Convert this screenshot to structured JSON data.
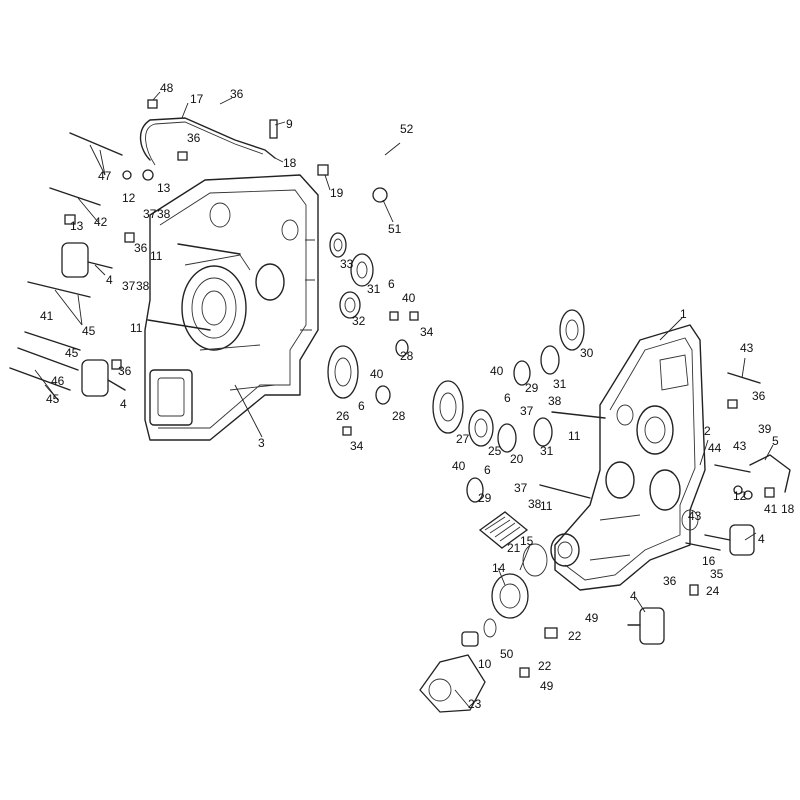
{
  "callouts": [
    {
      "id": "c48",
      "text": "48"
    },
    {
      "id": "c17",
      "text": "17"
    },
    {
      "id": "c36a",
      "text": "36"
    },
    {
      "id": "c9",
      "text": "9"
    },
    {
      "id": "c36b",
      "text": "36"
    },
    {
      "id": "c18a",
      "text": "18"
    },
    {
      "id": "c47",
      "text": "47"
    },
    {
      "id": "c13a",
      "text": "13"
    },
    {
      "id": "c12a",
      "text": "12"
    },
    {
      "id": "c19",
      "text": "19"
    },
    {
      "id": "c42",
      "text": "42"
    },
    {
      "id": "c37a",
      "text": "37"
    },
    {
      "id": "c38a",
      "text": "38"
    },
    {
      "id": "c13b",
      "text": "13"
    },
    {
      "id": "c36c",
      "text": "36"
    },
    {
      "id": "c11a",
      "text": "11"
    },
    {
      "id": "c52",
      "text": "52"
    },
    {
      "id": "c51",
      "text": "51"
    },
    {
      "id": "c4a",
      "text": "4"
    },
    {
      "id": "c33",
      "text": "33"
    },
    {
      "id": "c31a",
      "text": "31"
    },
    {
      "id": "c41",
      "text": "41"
    },
    {
      "id": "c45a",
      "text": "45"
    },
    {
      "id": "c37b",
      "text": "37"
    },
    {
      "id": "c38b",
      "text": "38"
    },
    {
      "id": "c11b",
      "text": "11"
    },
    {
      "id": "c6a",
      "text": "6"
    },
    {
      "id": "c40a",
      "text": "40"
    },
    {
      "id": "c32",
      "text": "32"
    },
    {
      "id": "c34a",
      "text": "34"
    },
    {
      "id": "c28a",
      "text": "28"
    },
    {
      "id": "c45b",
      "text": "45"
    },
    {
      "id": "c46",
      "text": "46"
    },
    {
      "id": "c36d",
      "text": "36"
    },
    {
      "id": "c45c",
      "text": "45"
    },
    {
      "id": "c4b",
      "text": "4"
    },
    {
      "id": "c26",
      "text": "26"
    },
    {
      "id": "c40b",
      "text": "40"
    },
    {
      "id": "c6b",
      "text": "6"
    },
    {
      "id": "c28b",
      "text": "28"
    },
    {
      "id": "c3",
      "text": "3"
    },
    {
      "id": "c34b",
      "text": "34"
    },
    {
      "id": "c1",
      "text": "1"
    },
    {
      "id": "c30",
      "text": "30"
    },
    {
      "id": "c31b",
      "text": "31"
    },
    {
      "id": "c29a",
      "text": "29"
    },
    {
      "id": "c40c",
      "text": "40"
    },
    {
      "id": "c43a",
      "text": "43"
    },
    {
      "id": "c36e",
      "text": "36"
    },
    {
      "id": "c6c",
      "text": "6"
    },
    {
      "id": "c37c",
      "text": "37"
    },
    {
      "id": "c38c",
      "text": "38"
    },
    {
      "id": "c27",
      "text": "27"
    },
    {
      "id": "c25",
      "text": "25"
    },
    {
      "id": "c20",
      "text": "20"
    },
    {
      "id": "c11c",
      "text": "11"
    },
    {
      "id": "c31c",
      "text": "31"
    },
    {
      "id": "c2",
      "text": "2"
    },
    {
      "id": "c44",
      "text": "44"
    },
    {
      "id": "c43b",
      "text": "43"
    },
    {
      "id": "c39",
      "text": "39"
    },
    {
      "id": "c5",
      "text": "5"
    },
    {
      "id": "c40d",
      "text": "40"
    },
    {
      "id": "c6d",
      "text": "6"
    },
    {
      "id": "c29b",
      "text": "29"
    },
    {
      "id": "c37d",
      "text": "37"
    },
    {
      "id": "c38d",
      "text": "38"
    },
    {
      "id": "c11d",
      "text": "11"
    },
    {
      "id": "c12b",
      "text": "12"
    },
    {
      "id": "c18b",
      "text": "18"
    },
    {
      "id": "c41b",
      "text": "41"
    },
    {
      "id": "c21",
      "text": "21"
    },
    {
      "id": "c15",
      "text": "15"
    },
    {
      "id": "c43c",
      "text": "43"
    },
    {
      "id": "c4c",
      "text": "4"
    },
    {
      "id": "c16",
      "text": "16"
    },
    {
      "id": "c35",
      "text": "35"
    },
    {
      "id": "c36f",
      "text": "36"
    },
    {
      "id": "c24",
      "text": "24"
    },
    {
      "id": "c14",
      "text": "14"
    },
    {
      "id": "c4d",
      "text": "4"
    },
    {
      "id": "c49a",
      "text": "49"
    },
    {
      "id": "c22a",
      "text": "22"
    },
    {
      "id": "c10",
      "text": "10"
    },
    {
      "id": "c50",
      "text": "50"
    },
    {
      "id": "c22b",
      "text": "22"
    },
    {
      "id": "c49b",
      "text": "49"
    },
    {
      "id": "c23",
      "text": "23"
    }
  ]
}
